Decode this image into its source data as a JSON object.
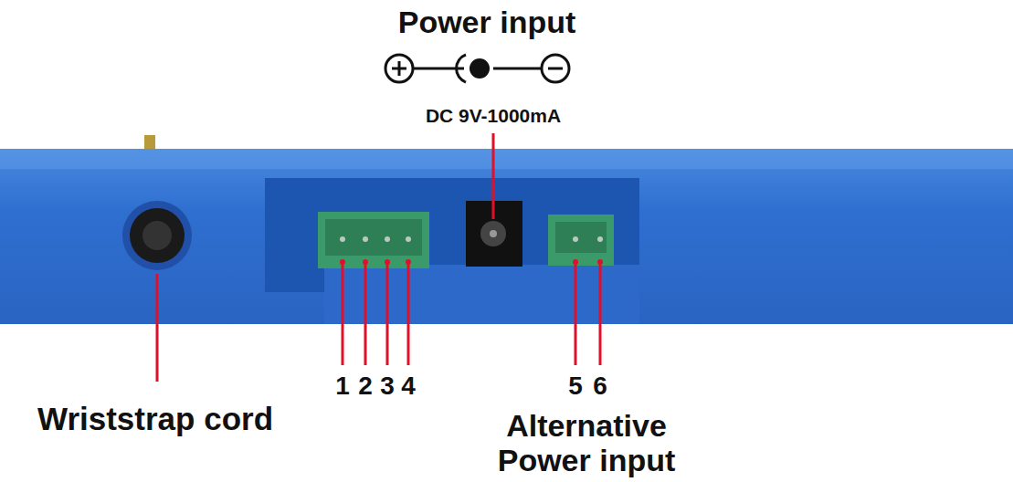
{
  "diagram": {
    "labels": [
      "Power input",
      "DC 9V-1000mA",
      "Wriststrap cord",
      "1",
      "2",
      "3",
      "4",
      "5",
      "6",
      "Alternative Power input"
    ]
  }
}
